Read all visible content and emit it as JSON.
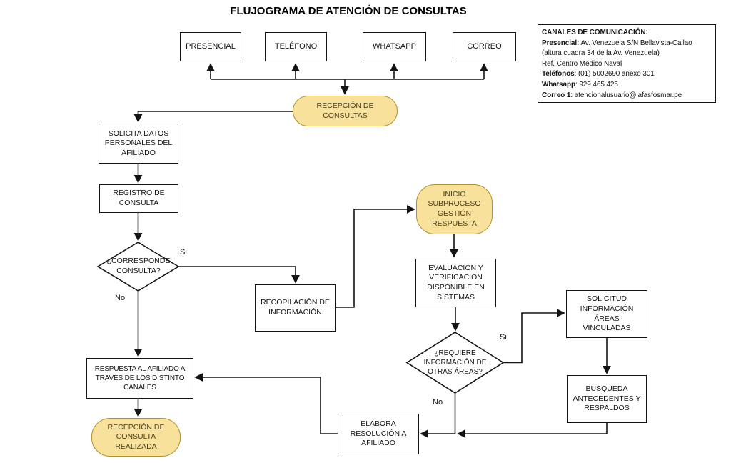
{
  "title": "FLUJOGRAMA DE ATENCIÓN DE CONSULTAS",
  "colors": {
    "highlight_fill": "#F8E19B",
    "highlight_border": "#B3912F",
    "highlight_text": "#4A3F1D"
  },
  "channels": [
    {
      "label": "PRESENCIAL"
    },
    {
      "label": "TELÉFONO"
    },
    {
      "label": "WHATSAPP"
    },
    {
      "label": "CORREO"
    }
  ],
  "info_box": {
    "title": "CANALES DE COMUNICACIÓN:",
    "lines": [
      {
        "bold": "Presencial:",
        "text": " Av. Venezuela S/N Bellavista-Callao"
      },
      {
        "bold": "",
        "text": "(altura cuadra 34 de la Av. Venezuela)"
      },
      {
        "bold": "",
        "text": "Ref. Centro Médico Naval"
      },
      {
        "bold": "Teléfonos",
        "text": ": (01) 5002690 anexo 301"
      },
      {
        "bold": "Whatsapp",
        "text": ": 929 465 425"
      },
      {
        "bold": "Correo 1",
        "text": ": atencionalusuario@iafasfosmar.pe"
      }
    ]
  },
  "nodes": {
    "recepcion_consultas": {
      "label": "RECEPCIÓN DE\nCONSULTAS"
    },
    "solicita_datos": {
      "label": "SOLICITA DATOS\nPERSONALES DEL\nAFILIADO"
    },
    "registro_consulta": {
      "label": "REGISTRO DE\nCONSULTA"
    },
    "corresponde_consulta": {
      "label": "¿CORRESPONDE\nCONSULTA?"
    },
    "recopilacion_informacion": {
      "label": "RECOPILACIÓN DE\nINFORMACIÓN"
    },
    "inicio_subproceso": {
      "label": "INICIO\nSUBPROCESO\nGESTIÓN\nRESPUESTA"
    },
    "evaluacion_verificacion": {
      "label": "EVALUACION Y\nVERIFICACION\nDISPONIBLE EN\nSISTEMAS"
    },
    "requiere_informacion": {
      "label": "¿REQUIERE\nINFORMACIÓN DE\nOTRAS ÁREAS?"
    },
    "solicitud_informacion": {
      "label": "SOLICITUD\nINFORMACIÓN\nÁREAS\nVINCULADAS"
    },
    "busqueda_antecedentes": {
      "label": "BUSQUEDA\nANTECEDENTES Y\nRESPALDOS"
    },
    "elabora_resolucion": {
      "label": "ELABORA\nRESOLUCIÓN A\nAFILIADO"
    },
    "respuesta_afiliado": {
      "label": "RESPUESTA AL AFILIADO A\nTRAVÉS DE LOS DISTINTO\nCANALES"
    },
    "recepcion_realizada": {
      "label": "RECEPCIÓN DE\nCONSULTA\nREALIZADA"
    }
  },
  "edge_labels": {
    "corresponde_si": "Si",
    "corresponde_no": "No",
    "requiere_si": "Si",
    "requiere_no": "No"
  }
}
